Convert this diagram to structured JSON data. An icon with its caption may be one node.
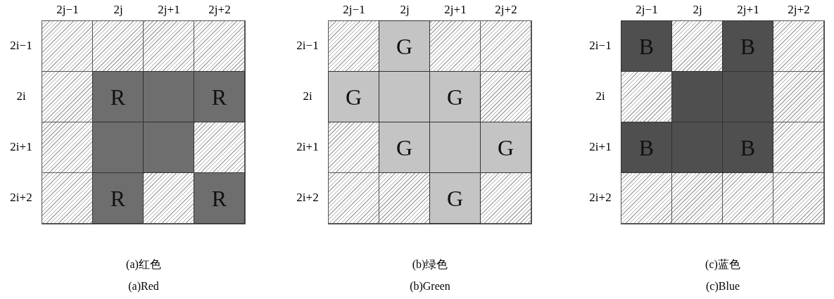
{
  "diagram": {
    "nodes": [
      {
        "text": [],
        "shape": "box",
        "beside": [
          "(a)红色",
          "(a)Red"
        ]
      },
      {
        "text": [
          "R"
        ],
        "in": 0
      },
      {
        "text": [],
        "shape": "box",
        "in": 0
      },
      {
        "text": [
          "R"
        ],
        "in": 0
      },
      {
        "text": [],
        "shape": "box",
        "in": 0
      },
      {
        "text": [],
        "shape": "box",
        "in": 0
      },
      {
        "text": [
          "R"
        ],
        "in": 0
      },
      {
        "text": [
          "R"
        ],
        "in": 0
      },
      {
        "text": [],
        "shape": "box",
        "beside": [
          "(b)绿色",
          "(b)Green"
        ]
      },
      {
        "text": [
          "G"
        ],
        "in": 8
      },
      {
        "text": [
          "G"
        ],
        "in": 8
      },
      {
        "text": [],
        "shape": "box",
        "in": 8
      },
      {
        "text": [
          "G"
        ],
        "in": 8
      },
      {
        "text": [
          "G"
        ],
        "in": 8
      },
      {
        "text": [],
        "shape": "box",
        "in": 8
      },
      {
        "text": [
          "G"
        ],
        "in": 8
      },
      {
        "text": [
          "G"
        ],
        "in": 8
      },
      {
        "text": [],
        "shape": "box",
        "beside": [
          "(c)蓝色",
          "(c)Blue"
        ]
      },
      {
        "text": [
          "B"
        ],
        "in": 17
      },
      {
        "text": [
          "B"
        ],
        "in": 17
      },
      {
        "text": [],
        "shape": "box",
        "in": 17
      },
      {
        "text": [],
        "shape": "box",
        "in": 17
      },
      {
        "text": [
          "B"
        ],
        "in": 17
      },
      {
        "text": [],
        "shape": "box",
        "in": 17
      },
      {
        "text": [
          "B"
        ],
        "in": 17
      }
    ],
    "labels": [
      "2j−1",
      "2j",
      "2j+1",
      "2j+2",
      "2i−1",
      "2i",
      "2i+1",
      "2i+2",
      "2j−1",
      "2j",
      "2j+1",
      "2j+2",
      "2i−1",
      "2i",
      "2i+1",
      "2i+2",
      "2j−1",
      "2j",
      "2j+1",
      "2j+2",
      "2i−1",
      "2i",
      "2i+1",
      "2i+2"
    ]
  }
}
